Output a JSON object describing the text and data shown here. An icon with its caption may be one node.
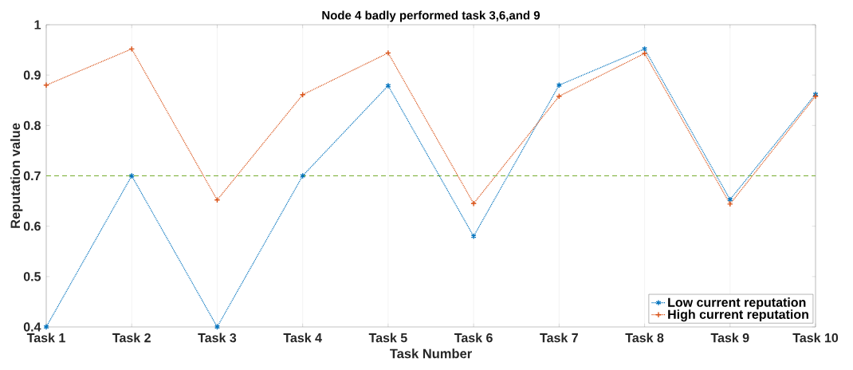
{
  "diagram": {
    "chart_data": {
      "type": "line",
      "title": "Node 4 badly performed task 3,6,and 9",
      "xlabel": "Task Number",
      "ylabel": "Reputation value",
      "categories": [
        "Task 1",
        "Task 2",
        "Task 3",
        "Task 4",
        "Task 5",
        "Task 6",
        "Task 7",
        "Task 8",
        "Task 9",
        "Task 10"
      ],
      "series": [
        {
          "name": "Low current reputation",
          "color": "#0072bd",
          "line_style": "dotted",
          "marker": "cross",
          "values": [
            0.4,
            0.7,
            0.4,
            0.7,
            0.879,
            0.58,
            0.88,
            0.952,
            0.653,
            0.862
          ]
        },
        {
          "name": "High current reputation",
          "color": "#d95319",
          "line_style": "dotted",
          "marker": "cross",
          "values": [
            0.88,
            0.952,
            0.652,
            0.861,
            0.944,
            0.645,
            0.858,
            0.943,
            0.644,
            0.858
          ]
        },
        {
          "color": "#77ac30",
          "line_style": "dashed",
          "marker": "none",
          "values": [
            0.7,
            0.7,
            0.7,
            0.7,
            0.7,
            0.7,
            0.7,
            0.7,
            0.7,
            0.7
          ]
        }
      ],
      "grid": "x",
      "legend": "lower right",
      "ylim": [
        0.4,
        1
      ],
      "yticks": [
        0.4,
        0.5,
        0.6,
        0.7,
        0.8,
        0.9,
        1
      ]
    }
  }
}
